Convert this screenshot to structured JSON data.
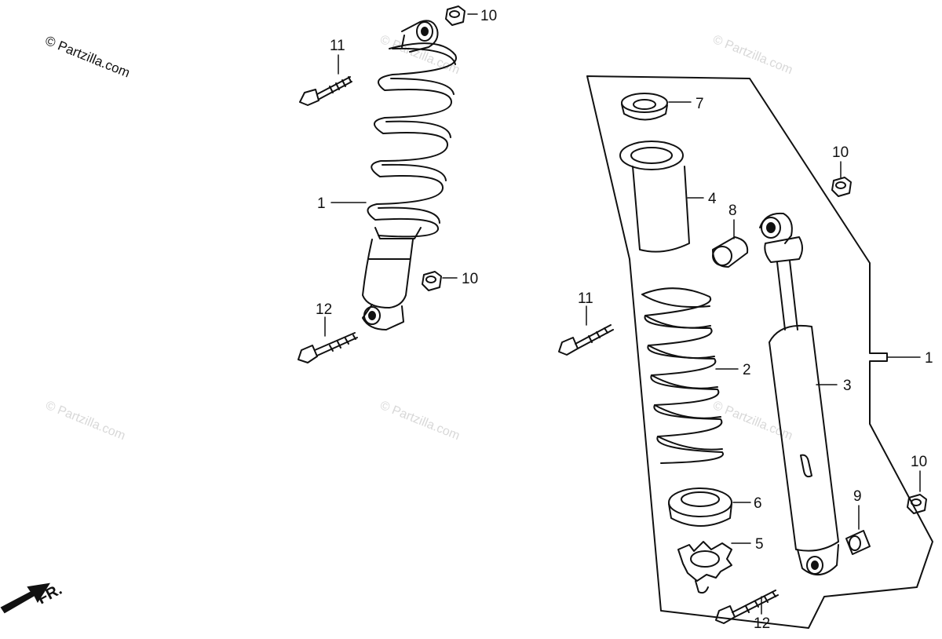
{
  "watermark": "© Partzilla.com",
  "front_label": "FR.",
  "callouts": {
    "c1_left": "1",
    "c10_top": "10",
    "c11_left": "11",
    "c10_mid": "10",
    "c12_left": "12",
    "c7": "7",
    "c4": "4",
    "c8": "8",
    "c10_right_top": "10",
    "c11_right": "11",
    "c2": "2",
    "c3": "3",
    "c1_right": "1",
    "c6": "6",
    "c9": "9",
    "c10_right_bottom": "10",
    "c5": "5",
    "c12_right": "12"
  }
}
